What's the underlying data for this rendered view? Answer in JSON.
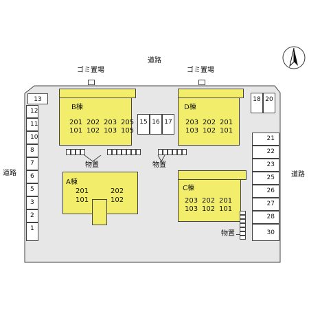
{
  "north_arrow": {
    "icon": "north-arrow-icon"
  },
  "roads": {
    "top": "道路",
    "left": "道路",
    "right": "道路"
  },
  "garbage": [
    {
      "label": "ゴミ置場"
    },
    {
      "label": "ゴミ置場"
    }
  ],
  "storage": {
    "label": "物置"
  },
  "buildings": {
    "A": {
      "name": "A棟",
      "rooms": [
        "201",
        "202",
        "101",
        "102"
      ]
    },
    "B": {
      "name": "B棟",
      "rooms": [
        "201",
        "202",
        "203",
        "205",
        "101",
        "102",
        "103",
        "105"
      ]
    },
    "C": {
      "name": "C棟",
      "rooms": [
        "203",
        "202",
        "201",
        "103",
        "102",
        "101"
      ]
    },
    "D": {
      "name": "D棟",
      "rooms": [
        "203",
        "202",
        "201",
        "103",
        "102",
        "101"
      ]
    }
  },
  "parking": {
    "left": [
      "13",
      "12",
      "11",
      "10",
      "8",
      "7",
      "6",
      "5",
      "3",
      "2",
      "1"
    ],
    "center": [
      "15",
      "16",
      "17"
    ],
    "top_right": [
      "18",
      "20"
    ],
    "right": [
      "21",
      "22",
      "23",
      "25",
      "26",
      "27",
      "28",
      "30"
    ]
  }
}
